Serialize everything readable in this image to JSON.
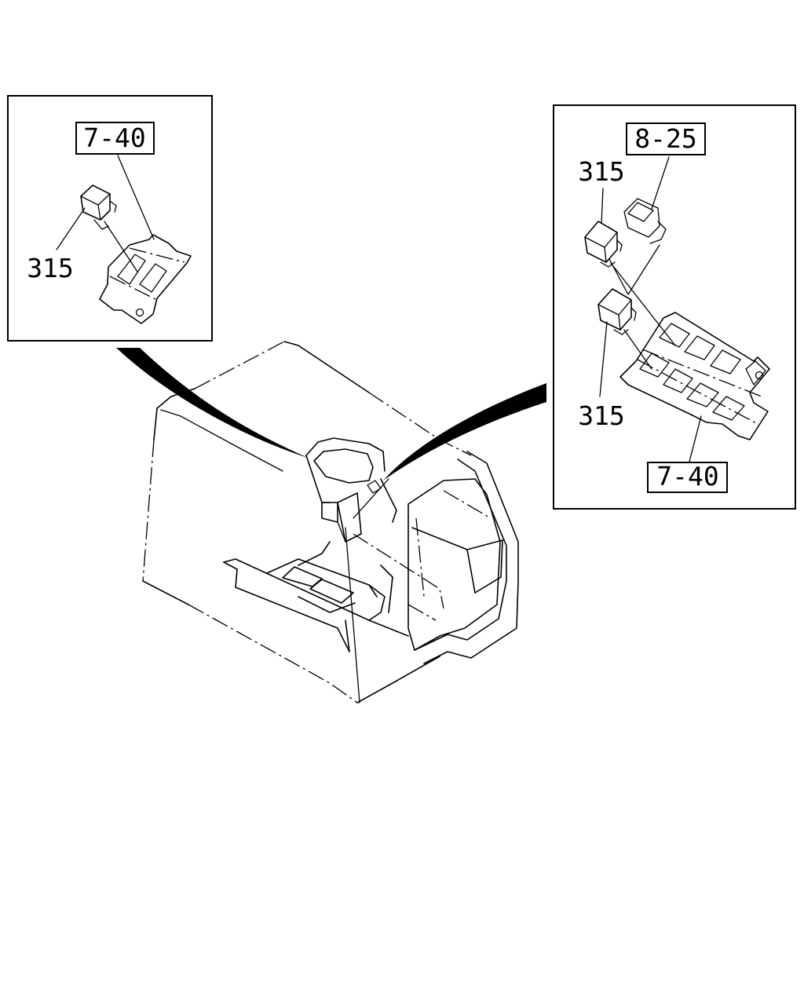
{
  "callouts": {
    "left": {
      "ref_box": "7-40",
      "part": "315"
    },
    "right": {
      "ref_box_top": "8-25",
      "part_top": "315",
      "part_bottom": "315",
      "ref_box_bottom": "7-40"
    }
  }
}
